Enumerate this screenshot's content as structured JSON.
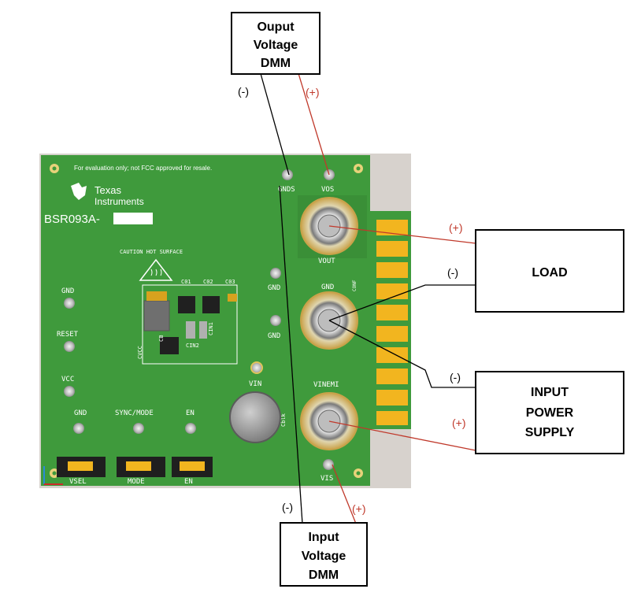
{
  "boxes": {
    "output_dmm": [
      "Ouput",
      "Voltage",
      "DMM"
    ],
    "load": [
      "LOAD"
    ],
    "input_power": [
      "INPUT",
      "POWER",
      "SUPPLY"
    ],
    "input_dmm": [
      "Input",
      "Voltage",
      "DMM"
    ]
  },
  "polarity": {
    "output_dmm_neg": "(-)",
    "output_dmm_pos": "(+)",
    "load_pos": "(+)",
    "load_neg": "(-)",
    "supply_neg": "(-)",
    "supply_pos": "(+)",
    "input_dmm_neg": "(-)",
    "input_dmm_pos": "(+)"
  },
  "board": {
    "notice": "For evaluation only; not FCC approved for resale.",
    "brand_line1": "Texas",
    "brand_line2": "Instruments",
    "part_number": "BSR093A-",
    "caution": "CAUTION HOT SURFACE",
    "test_points": {
      "gnd_left": "GND",
      "reset": "RESET",
      "vcc": "VCC",
      "gnd_bottom": "GND",
      "sync_mode": "SYNC/MODE",
      "en": "EN",
      "gnds": "GNDS",
      "vos": "VOS",
      "gnd_mid1": "GND",
      "gnd_mid2": "GND",
      "vin": "VIN",
      "vis": "VIS"
    },
    "terminals": {
      "vout": "VOUT",
      "gnd": "GND",
      "vinemi": "VINEMI"
    },
    "components": {
      "c01": "C01",
      "c02": "C02",
      "c03": "C03",
      "cin1": "CIN1",
      "cin2": "CIN2",
      "cb": "CB",
      "cvcc": "CVCC",
      "cblk": "Cblk",
      "conf": "CONF"
    },
    "jumpers": {
      "vsel": "VSEL",
      "mode": "MODE",
      "en": "EN"
    }
  },
  "colors": {
    "board_green": "#3f9a3c",
    "wire_red": "#c0392b",
    "wire_black": "#000000",
    "polarity_red": "#c0392b",
    "gold": "#f2b51f"
  }
}
